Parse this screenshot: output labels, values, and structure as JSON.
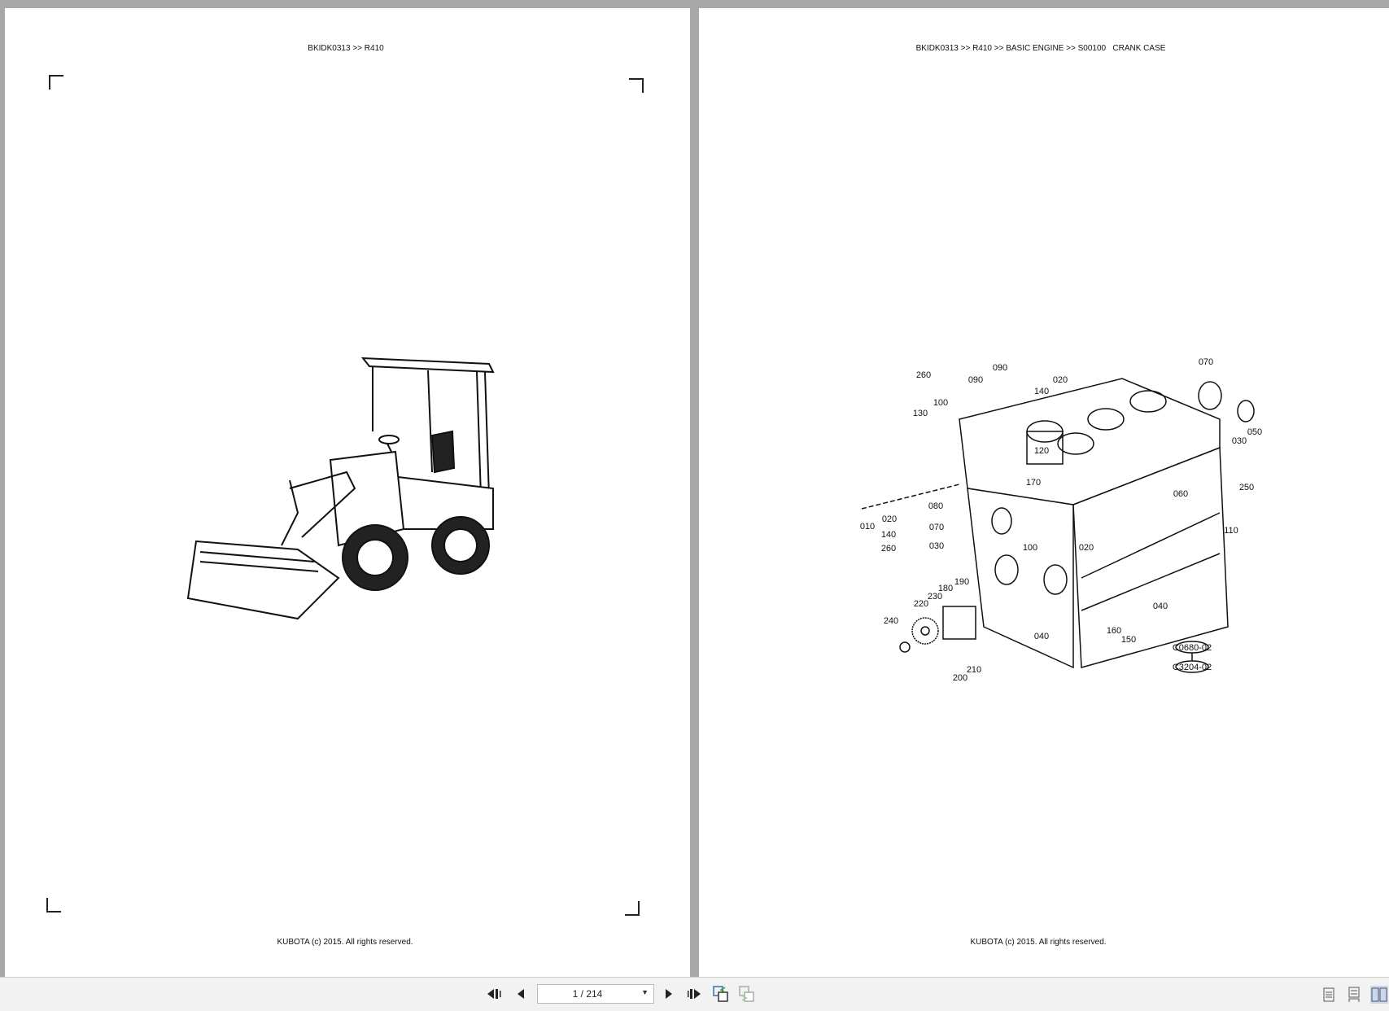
{
  "pages": [
    {
      "header": "BKIDK0313 >> R410",
      "footer": "KUBOTA (c) 2015. All rights reserved.",
      "illustration": "wheel-loader"
    },
    {
      "header": "BKIDK0313 >> R410 >> BASIC ENGINE >> S00100   CRANK CASE",
      "footer": "KUBOTA (c) 2015. All rights reserved.",
      "illustration": "crank-case-exploded-view",
      "callouts": [
        "260",
        "090",
        "090",
        "020",
        "140",
        "070",
        "100",
        "130",
        "050",
        "030",
        "120",
        "170",
        "250",
        "060",
        "080",
        "020",
        "010",
        "070",
        "140",
        "110",
        "030",
        "100",
        "020",
        "260",
        "190",
        "180",
        "230",
        "220",
        "040",
        "240",
        "040",
        "160",
        "150",
        "210",
        "200"
      ],
      "codes": [
        "C0680-02",
        "C3204-02"
      ]
    }
  ],
  "toolbar": {
    "page_indicator": "1 / 214",
    "buttons": [
      "first-page",
      "previous-page",
      "next-page",
      "last-page",
      "previous-view",
      "next-view"
    ],
    "view_modes": [
      "single-page",
      "continuous",
      "two-page"
    ],
    "active_view": "two-page"
  }
}
